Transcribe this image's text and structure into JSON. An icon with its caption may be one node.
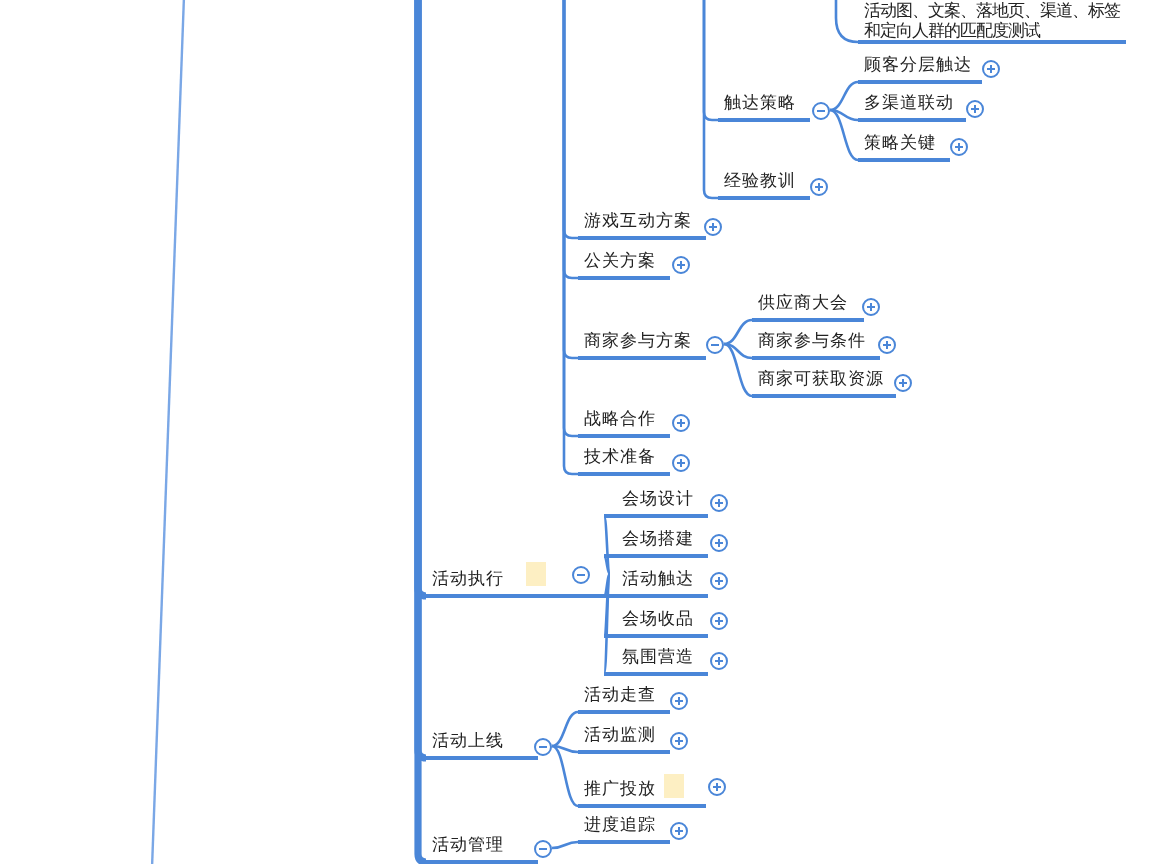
{
  "diagram": {
    "nodes": [
      {
        "text": [
          "活动图、文案、落地页、渠道、标签和定向人群的匹配度测试"
        ]
      },
      {
        "text": [
          "触达策略"
        ]
      },
      {
        "text": [
          "顾客分层触达"
        ]
      },
      {
        "text": [
          "多渠道联动"
        ]
      },
      {
        "text": [
          "策略关键"
        ]
      },
      {
        "text": [
          "经验教训"
        ]
      },
      {
        "text": [
          "游戏互动方案"
        ]
      },
      {
        "text": [
          "公关方案"
        ]
      },
      {
        "text": [
          "商家参与方案"
        ]
      },
      {
        "text": [
          "供应商大会"
        ]
      },
      {
        "text": [
          "商家参与条件"
        ]
      },
      {
        "text": [
          "商家可获取资源"
        ]
      },
      {
        "text": [
          "战略合作"
        ]
      },
      {
        "text": [
          "技术准备"
        ]
      },
      {
        "text": [
          "活动执行"
        ]
      },
      {
        "text": [
          "会场设计"
        ]
      },
      {
        "text": [
          "会场搭建"
        ]
      },
      {
        "text": [
          "活动触达"
        ]
      },
      {
        "text": [
          "会场收品"
        ]
      },
      {
        "text": [
          "氛围营造"
        ]
      },
      {
        "text": [
          "活动上线"
        ]
      },
      {
        "text": [
          "活动走查"
        ]
      },
      {
        "text": [
          "活动监测"
        ]
      },
      {
        "text": [
          "推广投放"
        ]
      },
      {
        "text": [
          "活动管理"
        ]
      },
      {
        "text": [
          "进度追踪"
        ]
      }
    ],
    "edges": [
      {
        "from": null,
        "to": 0,
        "arrow": "none"
      },
      {
        "from": null,
        "to": 1,
        "arrow": "none"
      },
      {
        "from": 1,
        "to": 2,
        "arrow": "none"
      },
      {
        "from": 1,
        "to": 3,
        "arrow": "none"
      },
      {
        "from": 1,
        "to": 4,
        "arrow": "none"
      },
      {
        "from": null,
        "to": 5,
        "arrow": "none"
      },
      {
        "from": null,
        "to": 6,
        "arrow": "none"
      },
      {
        "from": null,
        "to": 7,
        "arrow": "none"
      },
      {
        "from": null,
        "to": 8,
        "arrow": "none"
      },
      {
        "from": 8,
        "to": 9,
        "arrow": "none"
      },
      {
        "from": 8,
        "to": 10,
        "arrow": "none"
      },
      {
        "from": 8,
        "to": 11,
        "arrow": "none"
      },
      {
        "from": null,
        "to": 12,
        "arrow": "none"
      },
      {
        "from": null,
        "to": 13,
        "arrow": "none"
      },
      {
        "from": null,
        "to": 14,
        "arrow": "none",
        "style": "thick"
      },
      {
        "from": 14,
        "to": 15,
        "arrow": "none"
      },
      {
        "from": 14,
        "to": 16,
        "arrow": "none"
      },
      {
        "from": 14,
        "to": 17,
        "arrow": "none"
      },
      {
        "from": 14,
        "to": 18,
        "arrow": "none"
      },
      {
        "from": 14,
        "to": 19,
        "arrow": "none"
      },
      {
        "from": null,
        "to": 20,
        "arrow": "none",
        "style": "thick"
      },
      {
        "from": 20,
        "to": 21,
        "arrow": "none"
      },
      {
        "from": 20,
        "to": 22,
        "arrow": "none"
      },
      {
        "from": 20,
        "to": 23,
        "arrow": "none"
      },
      {
        "from": null,
        "to": 24,
        "arrow": "none",
        "style": "thick"
      },
      {
        "from": 24,
        "to": 25,
        "arrow": "none"
      }
    ]
  }
}
